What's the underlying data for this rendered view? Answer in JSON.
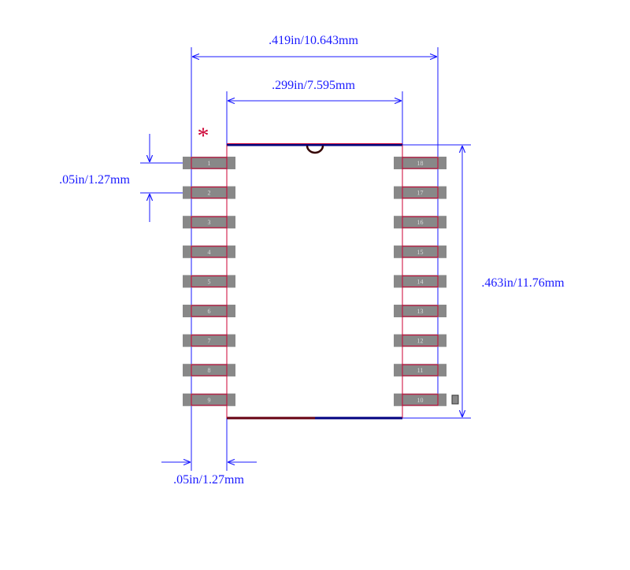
{
  "dimensions": {
    "overall_width": ".419in/10.643mm",
    "body_width": ".299in/7.595mm",
    "pitch": ".05in/1.27mm",
    "body_length": ".463in/11.76mm",
    "pad_offset": ".05in/1.27mm"
  },
  "pin1_marker": "*",
  "pins": {
    "left": [
      "1",
      "2",
      "3",
      "4",
      "5",
      "6",
      "7",
      "8",
      "9"
    ],
    "right": [
      "18",
      "17",
      "16",
      "15",
      "14",
      "13",
      "12",
      "11",
      "10"
    ]
  },
  "colors": {
    "dimension": "#1a1aff",
    "pin1_marker": "#cc0033",
    "outline_red": "#cc0033",
    "outline_blue": "#000080",
    "pad_fill": "#888888",
    "pad_label": "#dddddd"
  }
}
